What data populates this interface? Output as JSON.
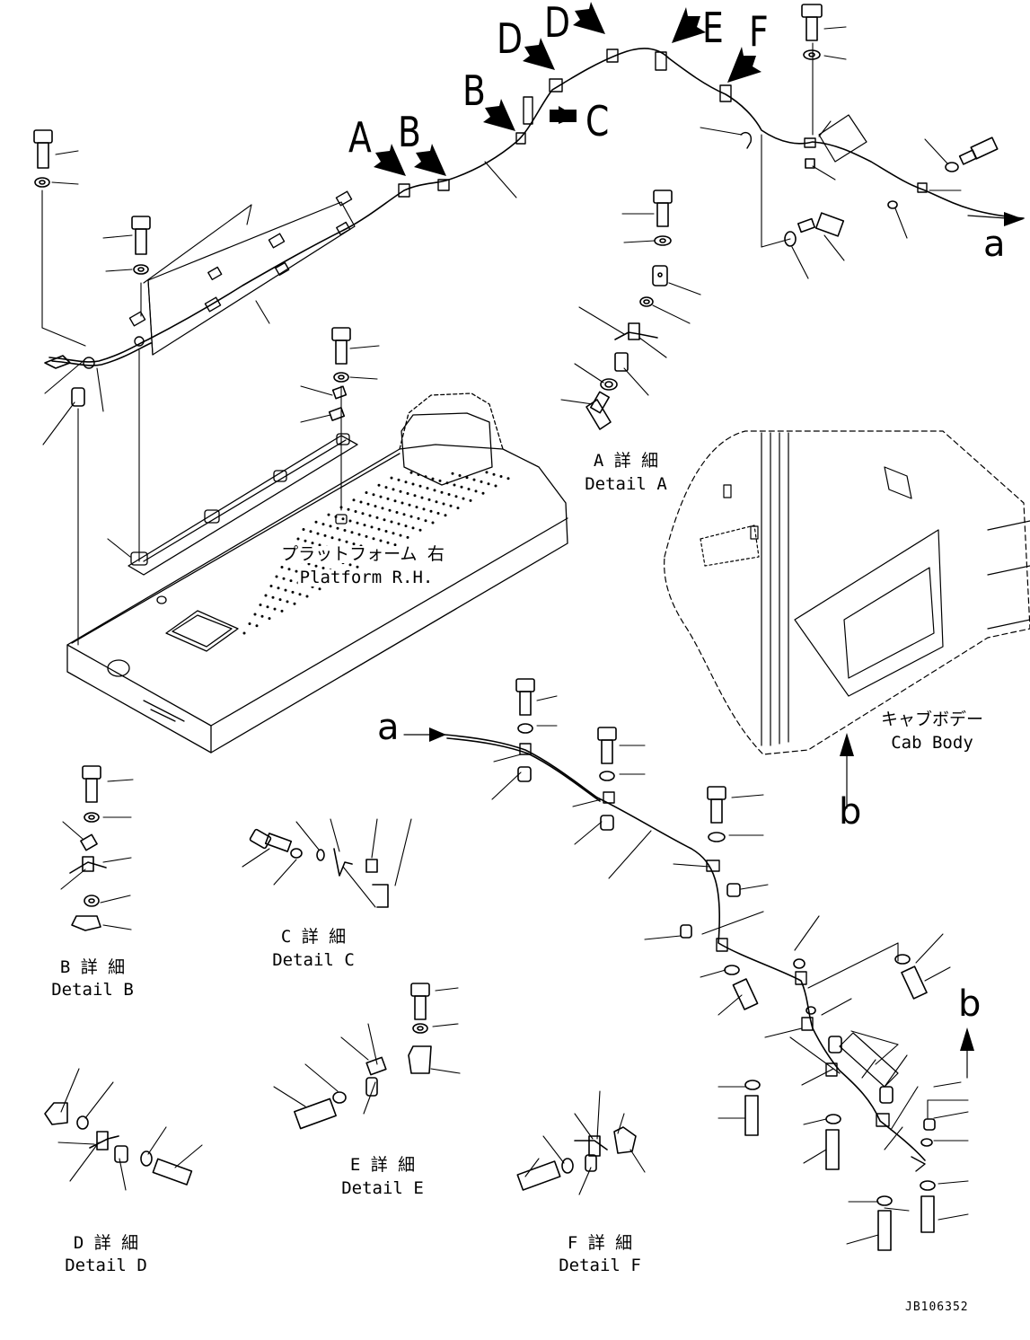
{
  "view_labels": {
    "A1": "A",
    "B1": "B",
    "B2": "B",
    "C": "C",
    "D1": "D",
    "D2": "D",
    "E": "E",
    "F": "F"
  },
  "connectors": {
    "a_top": "a",
    "a_bottom": "a",
    "b_side": "b",
    "b_cab": "b"
  },
  "details": {
    "A": {
      "jp": "A 詳 細",
      "en": "Detail A"
    },
    "B": {
      "jp": "B 詳 細",
      "en": "Detail B"
    },
    "C": {
      "jp": "C 詳 細",
      "en": "Detail C"
    },
    "D": {
      "jp": "D 詳 細",
      "en": "Detail D"
    },
    "E": {
      "jp": "E 詳 細",
      "en": "Detail E"
    },
    "F": {
      "jp": "F 詳 細",
      "en": "Detail F"
    }
  },
  "platform": {
    "jp": "プラットフォーム 右",
    "en": "Platform R.H."
  },
  "cab_body": {
    "jp": "キャブボデー",
    "en": "Cab Body"
  },
  "drawing_code": "JB106352",
  "colors": {
    "line": "#000000",
    "background": "#ffffff"
  }
}
